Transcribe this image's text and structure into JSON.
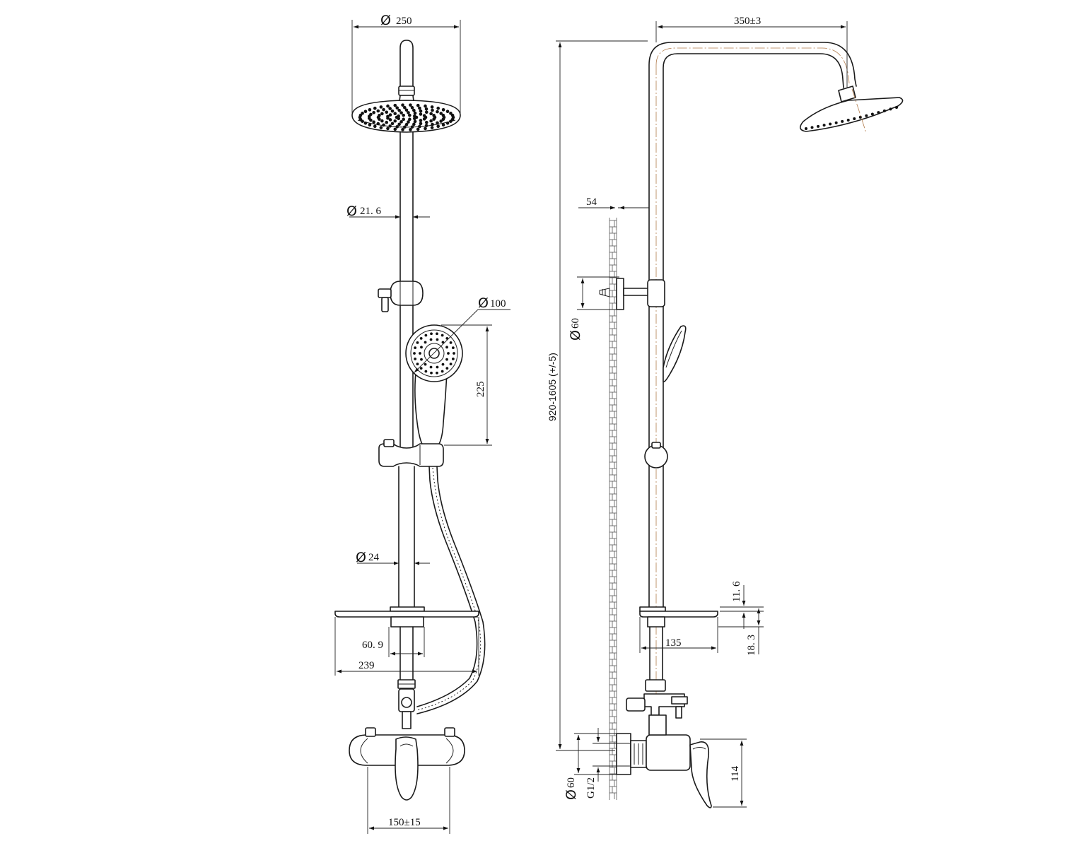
{
  "dimensions": {
    "front": {
      "overhead_diameter": "250",
      "pipe_upper_diameter": "21. 6",
      "hand_shower_diameter": "100",
      "hand_shower_length": "225",
      "pipe_lower_diameter": "24",
      "tray_inner": "60. 9",
      "tray_width": "239",
      "mixer_centers": "150±15"
    },
    "side": {
      "arm_reach": "350±3",
      "wall_offset": "54",
      "bracket_diameter": "60",
      "total_height": "920-1605 (+/-5)",
      "tray_thickness": "11. 6",
      "tray_height": "18. 3",
      "tray_depth": "135",
      "flange_diameter": "60",
      "inlet_thread": "G1/2",
      "mixer_height": "114"
    },
    "diameter_symbol": "Ø"
  }
}
